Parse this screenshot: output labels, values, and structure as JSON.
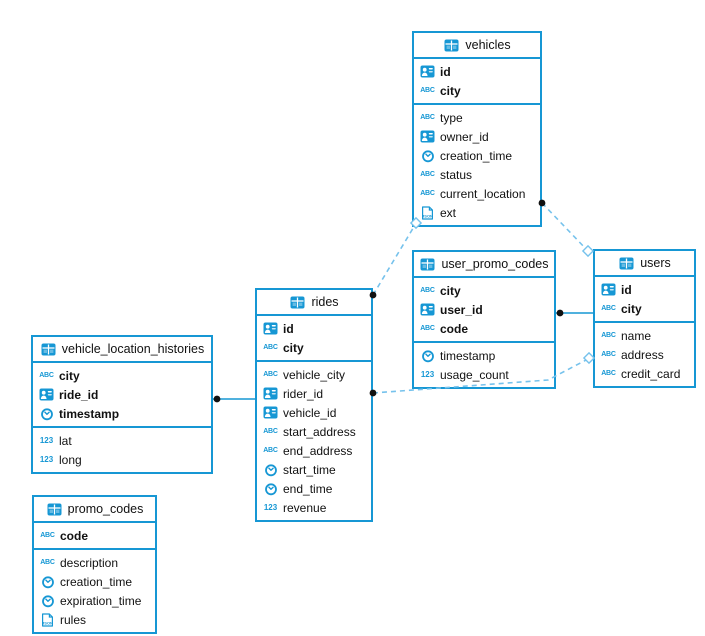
{
  "diagram": {
    "colors": {
      "table_blue": "#1697d4",
      "dashed_blue": "#76c2ec",
      "dot_black": "#111111",
      "text": "#111111",
      "background": "#ffffff"
    },
    "icon_labels": {
      "text": "ABC",
      "number": "123",
      "json": "JSON"
    },
    "tables": [
      {
        "name": "vehicles",
        "title": "vehicles",
        "primary_columns": [
          {
            "name": "id",
            "type": "uuid"
          },
          {
            "name": "city",
            "type": "text"
          }
        ],
        "columns": [
          {
            "name": "type",
            "type": "text"
          },
          {
            "name": "owner_id",
            "type": "uuid"
          },
          {
            "name": "creation_time",
            "type": "timestamp"
          },
          {
            "name": "status",
            "type": "text"
          },
          {
            "name": "current_location",
            "type": "text"
          },
          {
            "name": "ext",
            "type": "json"
          }
        ]
      },
      {
        "name": "user_promo_codes",
        "title": "user_promo_codes",
        "primary_columns": [
          {
            "name": "city",
            "type": "text"
          },
          {
            "name": "user_id",
            "type": "uuid"
          },
          {
            "name": "code",
            "type": "text"
          }
        ],
        "columns": [
          {
            "name": "timestamp",
            "type": "timestamp"
          },
          {
            "name": "usage_count",
            "type": "number"
          }
        ]
      },
      {
        "name": "users",
        "title": "users",
        "primary_columns": [
          {
            "name": "id",
            "type": "uuid"
          },
          {
            "name": "city",
            "type": "text"
          }
        ],
        "columns": [
          {
            "name": "name",
            "type": "text"
          },
          {
            "name": "address",
            "type": "text"
          },
          {
            "name": "credit_card",
            "type": "text"
          }
        ]
      },
      {
        "name": "rides",
        "title": "rides",
        "primary_columns": [
          {
            "name": "id",
            "type": "uuid"
          },
          {
            "name": "city",
            "type": "text"
          }
        ],
        "columns": [
          {
            "name": "vehicle_city",
            "type": "text"
          },
          {
            "name": "rider_id",
            "type": "uuid"
          },
          {
            "name": "vehicle_id",
            "type": "uuid"
          },
          {
            "name": "start_address",
            "type": "text"
          },
          {
            "name": "end_address",
            "type": "text"
          },
          {
            "name": "start_time",
            "type": "timestamp"
          },
          {
            "name": "end_time",
            "type": "timestamp"
          },
          {
            "name": "revenue",
            "type": "number"
          }
        ]
      },
      {
        "name": "vehicle_location_histories",
        "title": "vehicle_location_histories",
        "primary_columns": [
          {
            "name": "city",
            "type": "text"
          },
          {
            "name": "ride_id",
            "type": "uuid"
          },
          {
            "name": "timestamp",
            "type": "timestamp"
          }
        ],
        "columns": [
          {
            "name": "lat",
            "type": "number"
          },
          {
            "name": "long",
            "type": "number"
          }
        ]
      },
      {
        "name": "promo_codes",
        "title": "promo_codes",
        "primary_columns": [
          {
            "name": "code",
            "type": "text"
          }
        ],
        "columns": [
          {
            "name": "description",
            "type": "text"
          },
          {
            "name": "creation_time",
            "type": "timestamp"
          },
          {
            "name": "expiration_time",
            "type": "timestamp"
          },
          {
            "name": "rules",
            "type": "json"
          }
        ]
      }
    ],
    "relationships": [
      {
        "from": "vehicle_location_histories",
        "to": "rides",
        "style": "solid"
      },
      {
        "from": "user_promo_codes",
        "to": "users",
        "style": "solid"
      },
      {
        "from": "rides",
        "to": "vehicles",
        "style": "dashed"
      },
      {
        "from": "vehicles",
        "to": "users",
        "style": "dashed"
      },
      {
        "from": "rides",
        "to": "users",
        "style": "dashed"
      }
    ]
  }
}
